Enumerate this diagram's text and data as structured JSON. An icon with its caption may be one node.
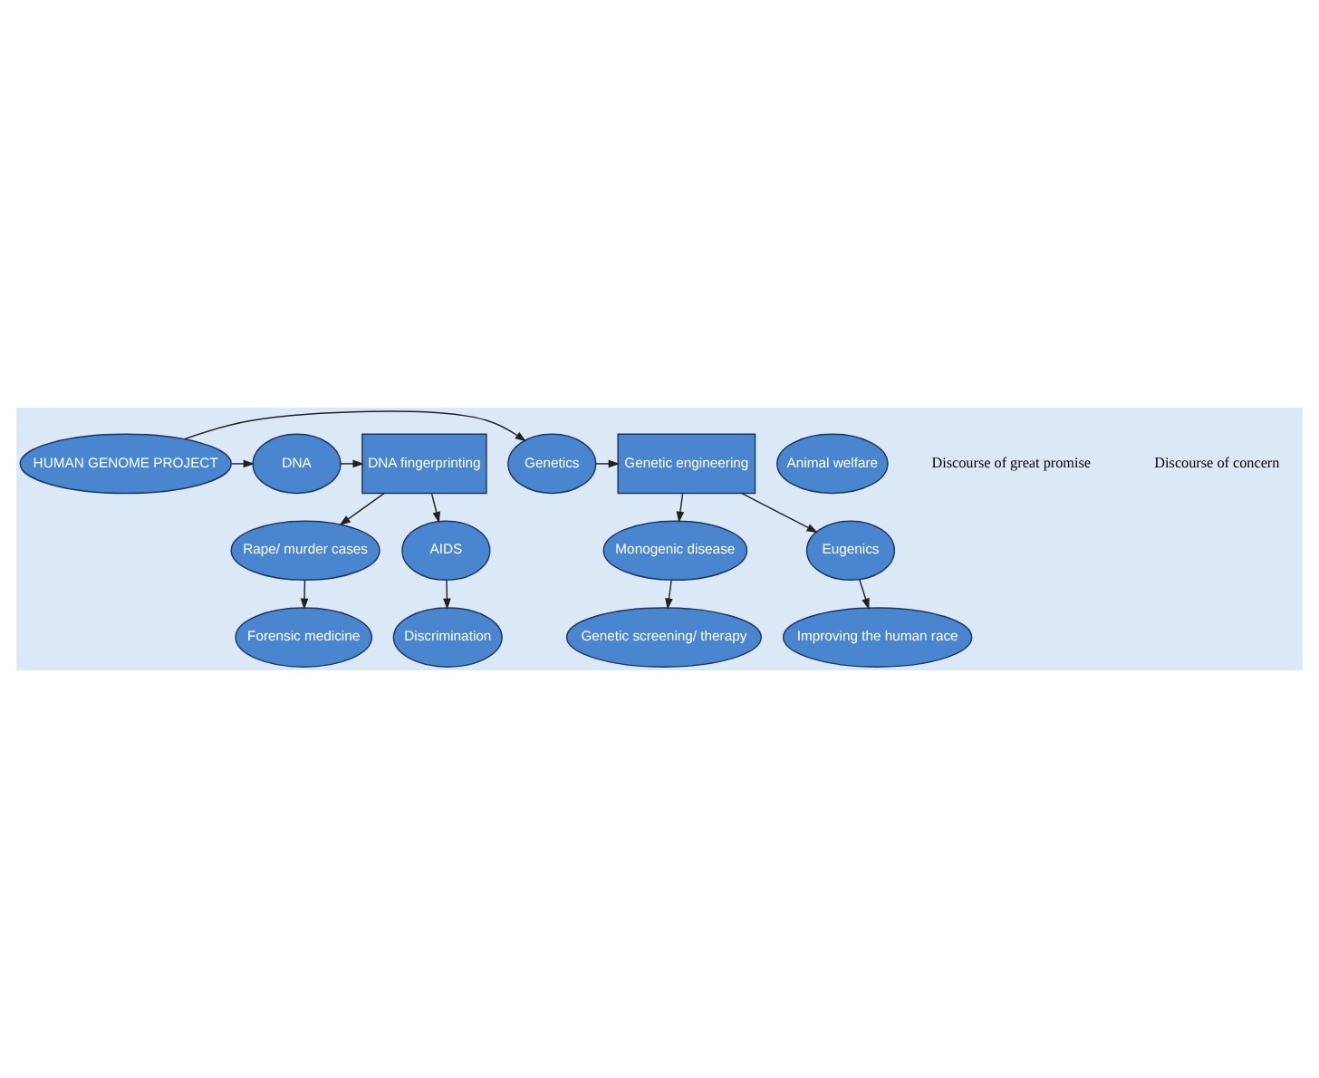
{
  "diagram": {
    "nodes": [
      {
        "text": [
          "Genetic screening/ therapy"
        ]
      },
      {
        "text": [
          "Forensic medicine"
        ]
      },
      {
        "text": [
          "Monogenic disease"
        ]
      },
      {
        "text": [
          "Rape/ murder cases"
        ]
      },
      {
        "text": [
          "Genetic engineering"
        ]
      },
      {
        "text": [
          "Genetics"
        ]
      },
      {
        "text": [
          "HUMAN GENOME PROJECT"
        ]
      },
      {
        "text": [
          "DNA"
        ]
      },
      {
        "text": [
          "DNA fingerprinting"
        ]
      },
      {
        "text": [
          "Animal welfare"
        ]
      },
      {
        "text": [
          "Eugenics"
        ]
      },
      {
        "text": [
          "AIDS"
        ]
      },
      {
        "text": [
          "Improving the human race"
        ]
      },
      {
        "text": [
          "Discrimination"
        ]
      }
    ],
    "edges": [
      {
        "from": 6,
        "to": 5,
        "arrow": "to"
      },
      {
        "from": 5,
        "to": 4,
        "arrow": "to"
      },
      {
        "from": 4,
        "to": 2,
        "arrow": "to"
      },
      {
        "from": 2,
        "to": 0,
        "arrow": "to"
      },
      {
        "from": 4,
        "to": 10,
        "arrow": "to"
      },
      {
        "from": 10,
        "to": 12,
        "arrow": "to"
      },
      {
        "from": 6,
        "to": 7,
        "arrow": "to"
      },
      {
        "from": 7,
        "to": 8,
        "arrow": "to"
      },
      {
        "from": 8,
        "to": 3,
        "arrow": "to"
      },
      {
        "from": 3,
        "to": 1,
        "arrow": "to"
      },
      {
        "from": 8,
        "to": 11,
        "arrow": "to"
      },
      {
        "from": 11,
        "to": 13,
        "arrow": "to"
      }
    ],
    "labels": [
      "Discourse of great promise",
      "Discourse of concern"
    ]
  }
}
